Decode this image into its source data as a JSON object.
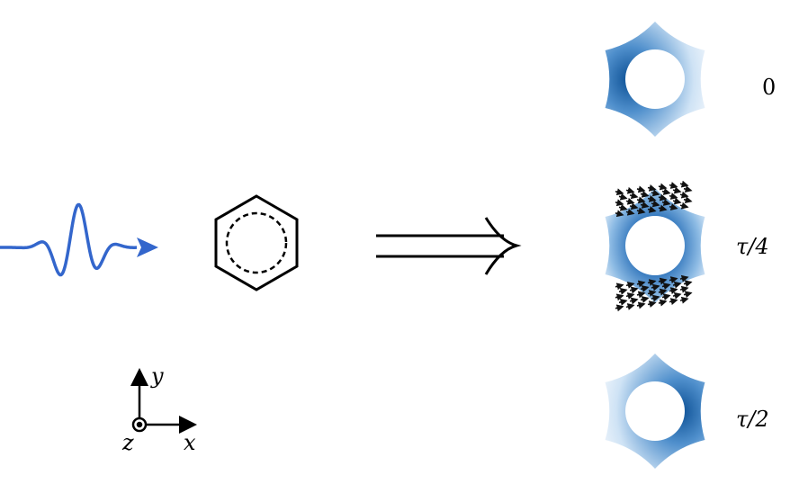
{
  "colors": {
    "wave": "#3366cc",
    "density_dark": "#0b4f94",
    "density_light": "#cfe3f5"
  },
  "frames": [
    {
      "label": "0",
      "dark_side": "left"
    },
    {
      "label": "τ/4",
      "dark_side": "top-bottom",
      "current_arrows": true
    },
    {
      "label": "τ/2",
      "dark_side": "right"
    }
  ],
  "axes": {
    "y": "y",
    "x": "x",
    "z": "z"
  }
}
